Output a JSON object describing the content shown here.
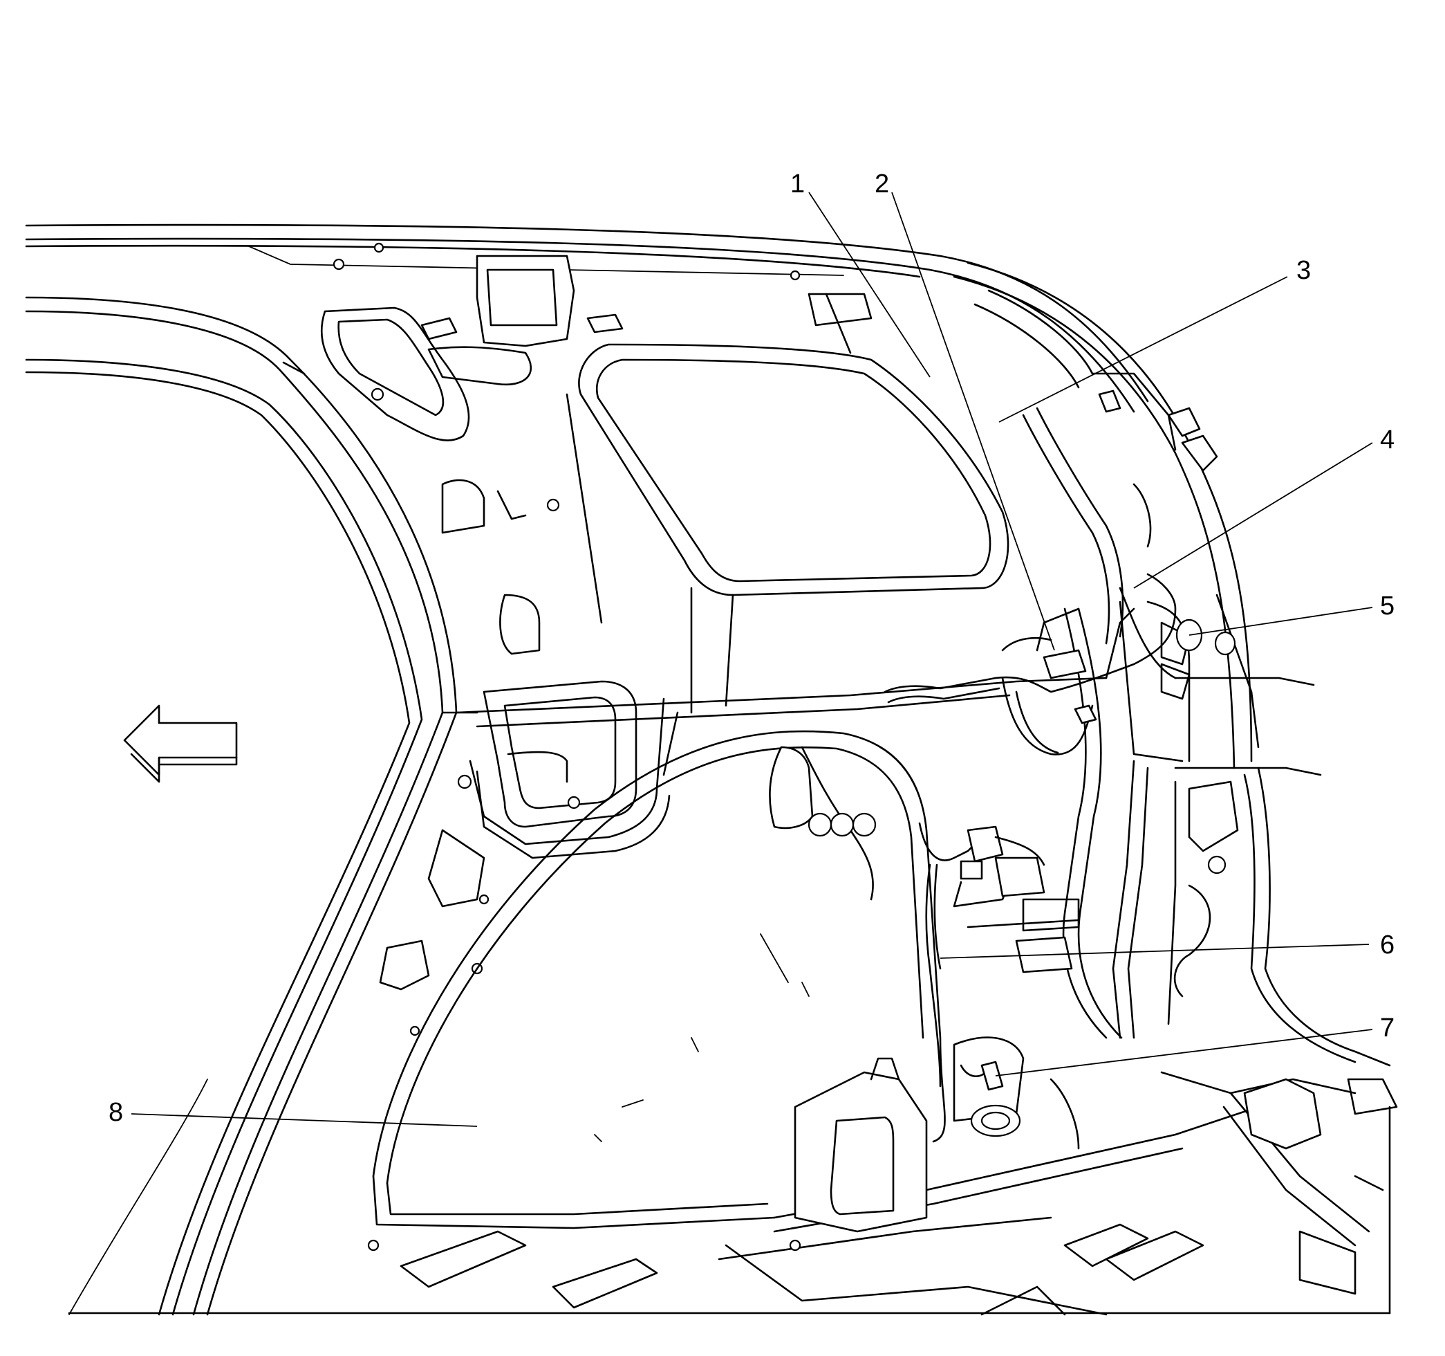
{
  "figure": {
    "callouts": [
      {
        "id": "1",
        "label": "1"
      },
      {
        "id": "2",
        "label": "2"
      },
      {
        "id": "3",
        "label": "3"
      },
      {
        "id": "4",
        "label": "4"
      },
      {
        "id": "5",
        "label": "5"
      },
      {
        "id": "6",
        "label": "6"
      },
      {
        "id": "7",
        "label": "7"
      },
      {
        "id": "8",
        "label": "8"
      }
    ],
    "direction_arrow": "forward-arrow-icon",
    "colors": {
      "line": "#000000",
      "background": "#ffffff"
    }
  }
}
